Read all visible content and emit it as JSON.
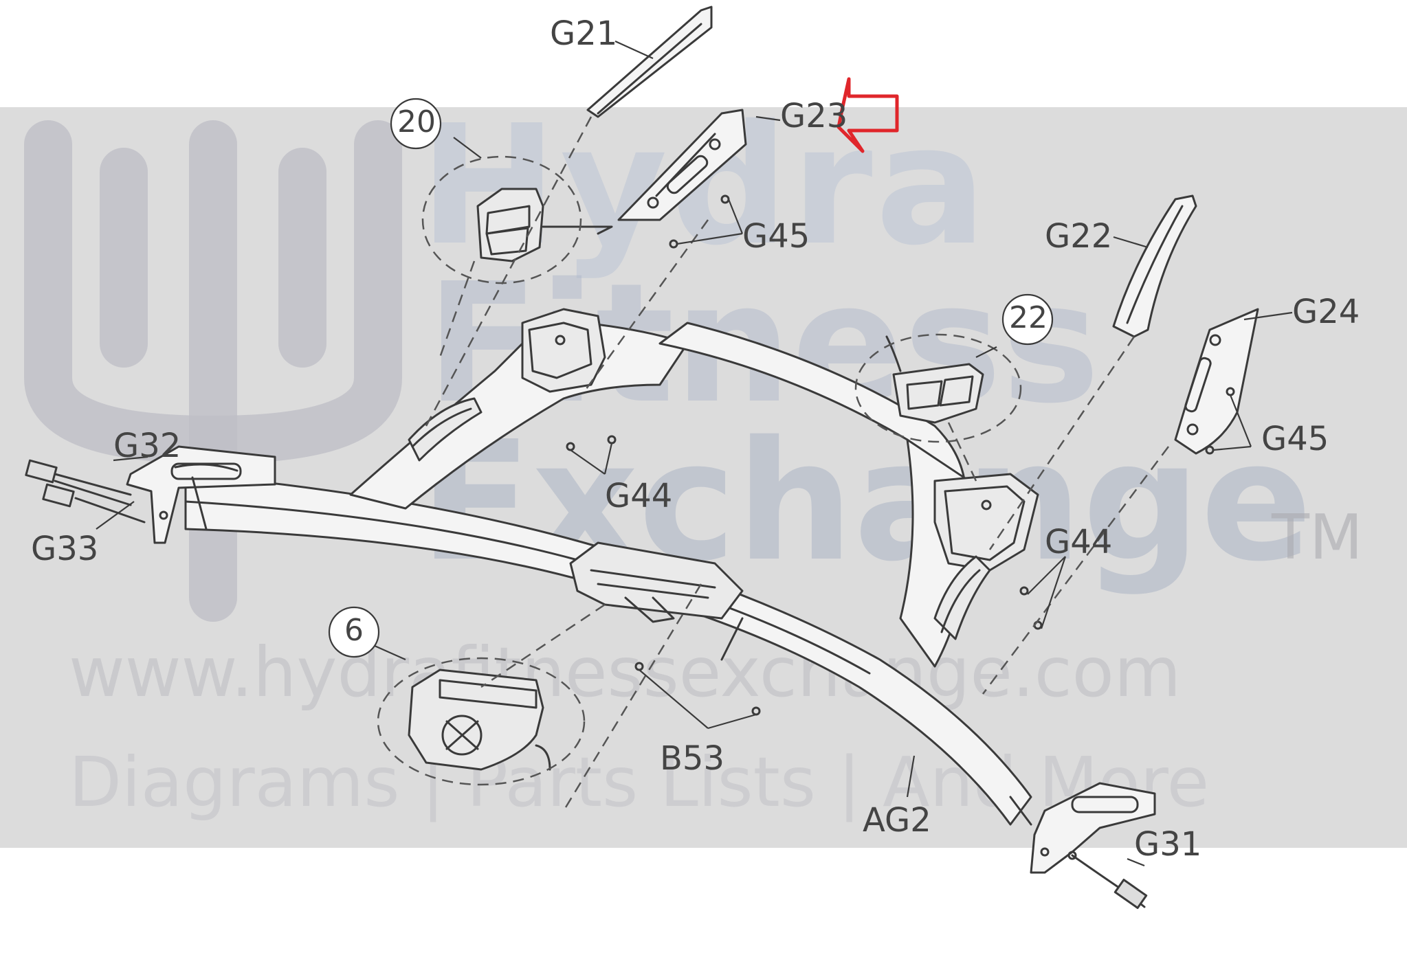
{
  "watermark": {
    "brand_line1": "Hydra",
    "brand_line2": "Fitness",
    "brand_line3": "Exchange",
    "trademark": "TM",
    "url": "www.hydrafitnessexchange.com",
    "tagline": "Diagrams | Parts Lists | And More"
  },
  "labels": {
    "g21": "G21",
    "g23": "G23",
    "g45_top": "G45",
    "g22": "G22",
    "g24": "G24",
    "g45_right": "G45",
    "g32": "G32",
    "g33": "G33",
    "g44_left": "G44",
    "g44_right": "G44",
    "b53": "B53",
    "ag2": "AG2",
    "g31": "G31",
    "circle_20": "20",
    "circle_22": "22",
    "circle_6": "6"
  },
  "colors": {
    "line": "#3a3a3a",
    "highlight_arrow": "#e0262b",
    "watermark_band": "#dcdcdc"
  },
  "icons": {
    "highlight": "arrow-left-icon"
  }
}
